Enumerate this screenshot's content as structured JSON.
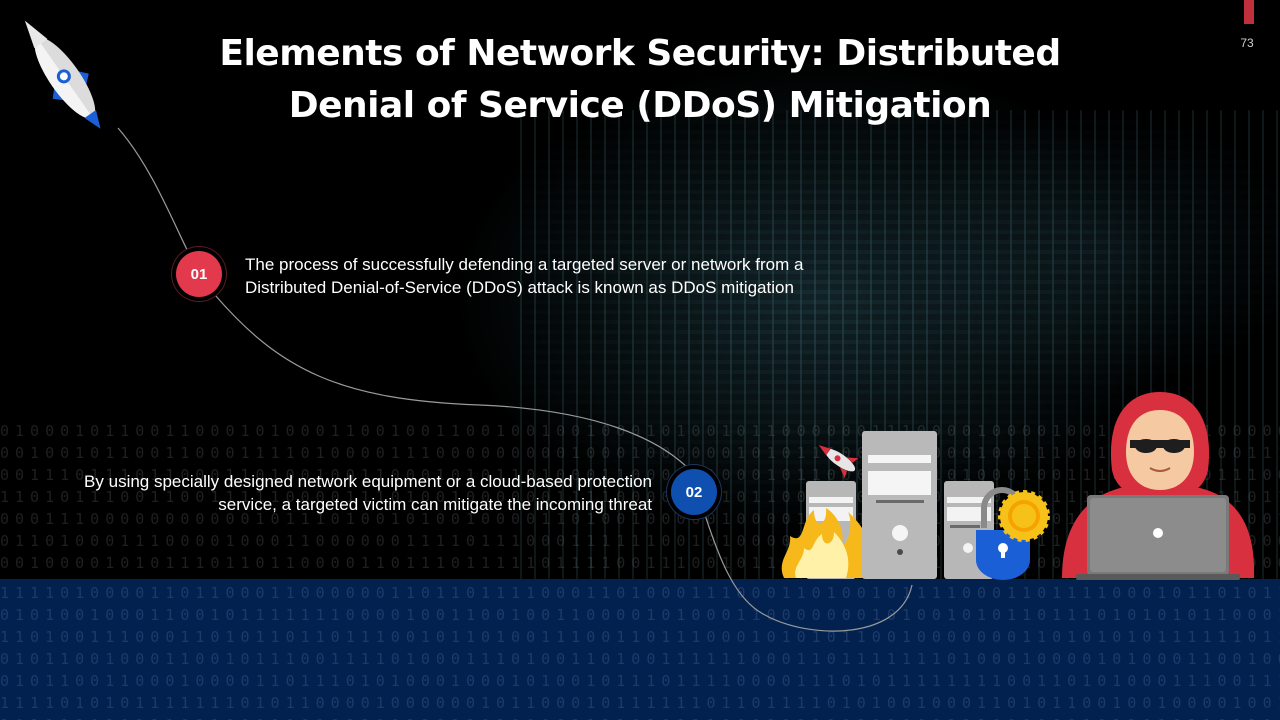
{
  "slide": {
    "title": "Elements of Network Security: Distributed Denial of Service (DDoS) Mitigation",
    "page_number": "73"
  },
  "steps": [
    {
      "number": "01",
      "text": "The process of successfully defending a targeted server or network from a Distributed Denial-of-Service (DDoS) attack is known as DDoS mitigation"
    },
    {
      "number": "02",
      "text": "By using specially designed network equipment or a cloud-based protection service, a targeted victim can mitigate the incoming threat"
    }
  ],
  "icons": [
    "rocket-icon",
    "server-tower-icon",
    "fire-icon",
    "padlock-icon",
    "sun-icon",
    "hacker-icon",
    "laptop-icon"
  ],
  "colors": {
    "accent_red": "#e23a4c",
    "accent_blue": "#0f4fb0",
    "floor_navy": "#03214f",
    "background": "#000000"
  }
}
